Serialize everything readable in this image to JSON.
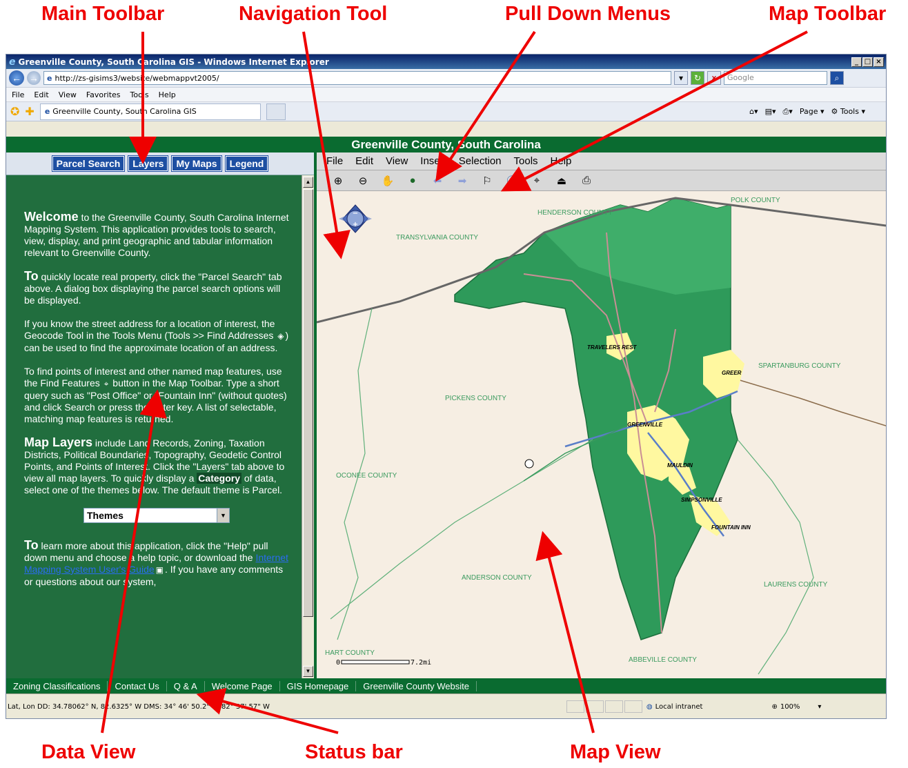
{
  "callouts": {
    "main_toolbar": "Main Toolbar",
    "navigation_tool": "Navigation Tool",
    "pull_down_menus": "Pull Down Menus",
    "map_toolbar": "Map Toolbar",
    "data_view": "Data View",
    "status_bar": "Status bar",
    "map_view": "Map View"
  },
  "browser": {
    "window_title": "Greenville County, South Carolina GIS - Windows Internet Explorer",
    "address": "http://zs-gisims3/website/webmappvt2005/",
    "search_placeholder": "Google",
    "menus": [
      "File",
      "Edit",
      "View",
      "Favorites",
      "Tools",
      "Help"
    ],
    "tab_title": "Greenville County, South Carolina GIS",
    "cmd_page": "Page",
    "cmd_tools": "Tools"
  },
  "app": {
    "title": "Greenville County, South Carolina",
    "main_toolbar": [
      "Parcel Search",
      "Layers",
      "My Maps",
      "Legend"
    ],
    "data_view": {
      "p1_lead": "Welcome",
      "p1_text": " to the Greenville County, South Carolina Internet Mapping System. This application provides tools to search, view, display, and print geographic and tabular information relevant to Greenville County.",
      "p2_lead": "To",
      "p2_text": " quickly locate real property, click the \"Parcel Search\" tab above. A dialog box displaying the parcel search options will be displayed.",
      "p3_text_a": "If you know the street address for a location of interest, the Geocode Tool in the Tools Menu (Tools >> Find Addresses ",
      "p3_text_b": ") can be used to find the approximate location of an address.",
      "p4_text_a": "To find points of interest and other named map features, use the Find Features ",
      "p4_text_b": " button in the Map Toolbar. Type a short query such as \"Post Office\" or \"Fountain Inn\" (without quotes) and click Search or press the Enter key. A list of selectable, matching map features is returned.",
      "p5_lead": "Map Layers",
      "p5_text_a": " include Land Records, Zoning, Taxation Districts, Political Boundaries, Topography, Geodetic Control Points, and Points of Interest. Click the \"Layers\" tab above to view all map layers. To quickly display a ",
      "p5_category": "Category",
      "p5_text_b": " of data, select one of the themes below. The default theme is Parcel.",
      "themes_select": "Themes",
      "p6_lead": "To",
      "p6_text_a": " learn more about this application, click the \"Help\" pull down menu and choose a help topic, or download the ",
      "p6_link": "Internet Mapping System User's Guide",
      "p6_text_b": ". If you have any comments or questions about our system,"
    },
    "map_menus": [
      "File",
      "Edit",
      "View",
      "Insert",
      "Selection",
      "Tools",
      "Help"
    ],
    "map_labels": {
      "henderson": "HENDERSON COUNTY",
      "polk": "POLK COUNTY",
      "transylvania": "TRANSYLVANIA COUNTY",
      "pickens": "PICKENS COUNTY",
      "spartanburg": "SPARTANBURG COUNTY",
      "oconee": "OCONEE COUNTY",
      "anderson": "ANDERSON COUNTY",
      "laurens": "LAURENS COUNTY",
      "hart": "HART COUNTY",
      "abbeville": "ABBEVILLE COUNTY",
      "travelers_rest": "TRAVELERS REST",
      "greer": "GREER",
      "greenville": "GREENVILLE",
      "mauldin": "MAULDIN",
      "simpsonville": "SIMPSONVILLE",
      "fountain_inn": "FOUNTAIN INN",
      "scale_zero": "0",
      "scale_end": "7.2mi"
    },
    "footer_links": [
      "Zoning Classifications",
      "Contact Us",
      "Q & A",
      "Welcome Page",
      "GIS Homepage",
      "Greenville County Website"
    ],
    "status": {
      "coords": "Lat, Lon  DD: 34.78062° N, 82.6325° W    DMS: 34° 46' 50.2\" N, 82° 37' 57\" W",
      "zone": "Local intranet",
      "zoom": "100%"
    }
  },
  "colors": {
    "annotation_red": "#ee0000",
    "app_green": "#0a6b30",
    "county_green": "#2e9a5a",
    "toolbar_blue": "#1d4fa2",
    "urban_yellow": "#fff8a0"
  }
}
